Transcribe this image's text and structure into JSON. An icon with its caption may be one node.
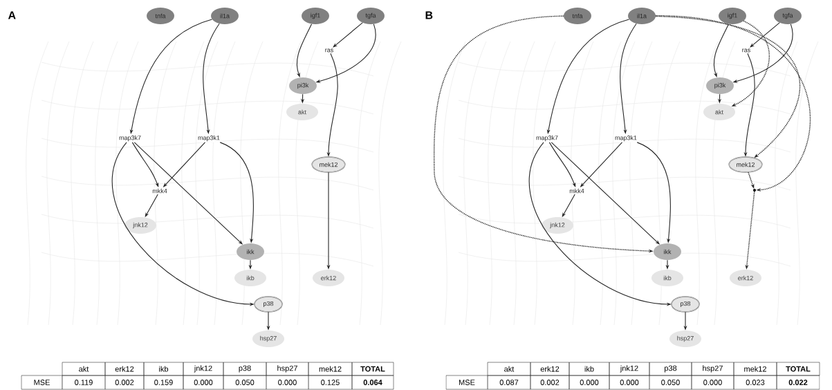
{
  "diagram": {
    "nodes": [
      {
        "text": [
          "tnfa"
        ]
      },
      {
        "text": [
          "il1a"
        ]
      },
      {
        "text": [
          "igf1"
        ]
      },
      {
        "text": [
          "tgfa"
        ]
      },
      {
        "text": [
          "ras"
        ]
      },
      {
        "text": [
          "pi3k"
        ]
      },
      {
        "text": [
          "akt"
        ]
      },
      {
        "text": [
          "map3k7"
        ]
      },
      {
        "text": [
          "map3k1"
        ]
      },
      {
        "text": [
          "mek12"
        ]
      },
      {
        "text": [
          "mkk4"
        ]
      },
      {
        "text": [
          "jnk12"
        ]
      },
      {
        "text": [
          "ikk"
        ]
      },
      {
        "text": [
          "ikb"
        ]
      },
      {
        "text": [
          "erk12"
        ]
      },
      {
        "text": [
          "p38"
        ]
      },
      {
        "text": [
          "hsp27"
        ]
      },
      {
        "text": [
          "tnfa"
        ]
      },
      {
        "text": [
          "il1a"
        ]
      },
      {
        "text": [
          "igf1"
        ]
      },
      {
        "text": [
          "tgfa"
        ]
      },
      {
        "text": [
          "ras"
        ]
      },
      {
        "text": [
          "pi3k"
        ]
      },
      {
        "text": [
          "akt"
        ]
      },
      {
        "text": [
          "map3k7"
        ]
      },
      {
        "text": [
          "map3k1"
        ]
      },
      {
        "text": [
          "mek12"
        ]
      },
      {
        "text": [
          "mkk4"
        ]
      },
      {
        "text": [
          "jnk12"
        ]
      },
      {
        "text": [
          "ikk"
        ]
      },
      {
        "text": [
          "ikb"
        ]
      },
      {
        "text": [
          "erk12"
        ]
      },
      {
        "text": [
          "p38"
        ]
      },
      {
        "text": [
          "hsp27"
        ]
      },
      {
        "text": [],
        "shape": "circle"
      }
    ],
    "edges": [
      {
        "from": 1,
        "to": 7,
        "arrow": "to"
      },
      {
        "from": 1,
        "to": 8,
        "arrow": "to"
      },
      {
        "from": 2,
        "to": 5,
        "arrow": "to"
      },
      {
        "from": 3,
        "to": 4,
        "arrow": "to"
      },
      {
        "from": 3,
        "to": 5,
        "arrow": "to"
      },
      {
        "from": 4,
        "to": 9,
        "arrow": "to"
      },
      {
        "from": 5,
        "to": 6,
        "arrow": "to"
      },
      {
        "from": 7,
        "to": 10,
        "arrow": "to"
      },
      {
        "from": 7,
        "to": 12,
        "arrow": "to"
      },
      {
        "from": 7,
        "to": 15,
        "arrow": "to"
      },
      {
        "from": 8,
        "to": 10,
        "arrow": "to"
      },
      {
        "from": 8,
        "to": 12,
        "arrow": "to"
      },
      {
        "from": 10,
        "to": 11,
        "arrow": "to"
      },
      {
        "from": 12,
        "to": 13,
        "arrow": "to"
      },
      {
        "from": 9,
        "to": 14,
        "arrow": "to"
      },
      {
        "from": 15,
        "to": 16,
        "arrow": "to"
      },
      {
        "from": 18,
        "to": 24,
        "arrow": "to"
      },
      {
        "from": 18,
        "to": 25,
        "arrow": "to"
      },
      {
        "from": 19,
        "to": 22,
        "arrow": "to"
      },
      {
        "from": 20,
        "to": 21,
        "arrow": "to"
      },
      {
        "from": 20,
        "to": 22,
        "arrow": "to"
      },
      {
        "from": 21,
        "to": 26,
        "arrow": "to"
      },
      {
        "from": 22,
        "to": 23,
        "arrow": "to"
      },
      {
        "from": 24,
        "to": 27,
        "arrow": "to"
      },
      {
        "from": 24,
        "to": 29,
        "arrow": "to"
      },
      {
        "from": 24,
        "to": 32,
        "arrow": "to"
      },
      {
        "from": 25,
        "to": 27,
        "arrow": "to"
      },
      {
        "from": 25,
        "to": 29,
        "arrow": "to"
      },
      {
        "from": 27,
        "to": 28,
        "arrow": "to"
      },
      {
        "from": 29,
        "to": 30,
        "arrow": "to"
      },
      {
        "from": 32,
        "to": 33,
        "arrow": "to"
      },
      {
        "from": 17,
        "to": 29,
        "arrow": "to",
        "style": "dashed"
      },
      {
        "from": 18,
        "to": 26,
        "arrow": "to",
        "style": "dashed"
      },
      {
        "from": 18,
        "to": 34,
        "arrow": "to",
        "style": "dashed"
      },
      {
        "from": 19,
        "to": 23,
        "arrow": "to",
        "style": "dashed"
      },
      {
        "from": 26,
        "to": 34,
        "arrow": "to",
        "style": "dashed"
      },
      {
        "from": 34,
        "to": 31,
        "arrow": "to",
        "style": "dashed"
      }
    ],
    "labels": [
      "A",
      "B",
      "akt",
      "erk12",
      "ikb",
      "jnk12",
      "p38",
      "hsp27",
      "mek12",
      "TOTAL",
      "MSE",
      "0.119",
      "0.002",
      "0.159",
      "0.000",
      "0.050",
      "0.000",
      "0.125",
      "0.064",
      "akt",
      "erk12",
      "ikb",
      "jnk12",
      "p38",
      "hsp27",
      "mek12",
      "TOTAL",
      "MSE",
      "0.087",
      "0.002",
      "0.000",
      "0.000",
      "0.050",
      "0.000",
      "0.023",
      "0.022"
    ]
  }
}
